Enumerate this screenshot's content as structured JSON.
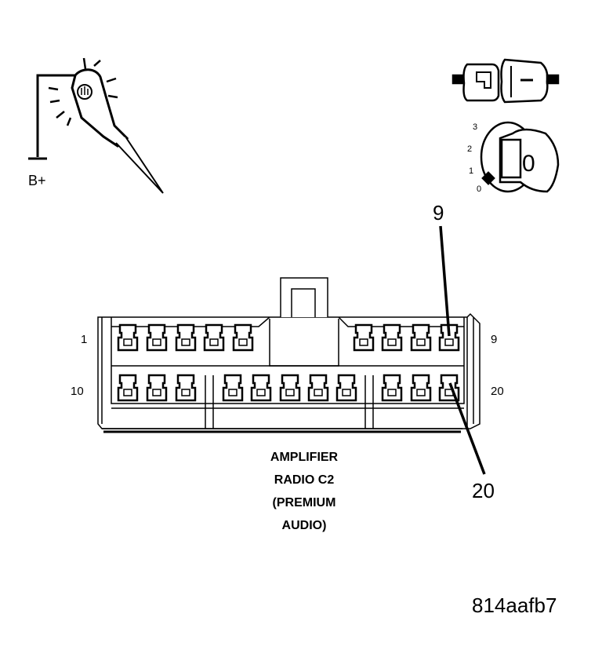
{
  "probe": {
    "label": "B+"
  },
  "ignition": {
    "positions": [
      "3",
      "2",
      "1",
      "0"
    ],
    "key_label": "0"
  },
  "connector": {
    "left_labels": {
      "row1": "1",
      "row2": "10"
    },
    "right_labels": {
      "row1": "9",
      "row2": "20"
    },
    "callouts": {
      "top": "9",
      "bottom": "20"
    },
    "caption_lines": [
      "AMPLIFIER",
      "RADIO C2",
      "(PREMIUM",
      "AUDIO)"
    ]
  },
  "figure_id": "814aafb7"
}
